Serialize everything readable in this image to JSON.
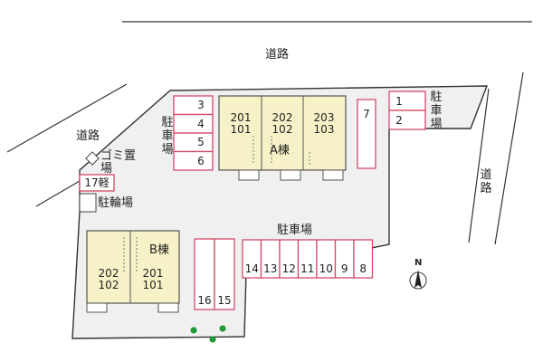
{
  "roads": {
    "top": "道路",
    "left": "道路",
    "right": "道路"
  },
  "parking_labels": {
    "a_side": "駐車場",
    "top_right": "駐車場",
    "middle": "駐車場"
  },
  "facilities": {
    "garbage": "ゴミ置場",
    "bicycle": "駐輪場",
    "light_vehicle": "17軽"
  },
  "building_a": {
    "name": "A棟",
    "units": [
      {
        "upper": "201",
        "lower": "101"
      },
      {
        "upper": "202",
        "lower": "102"
      },
      {
        "upper": "203",
        "lower": "103"
      }
    ]
  },
  "building_b": {
    "name": "B棟",
    "units": [
      {
        "upper": "202",
        "lower": "102"
      },
      {
        "upper": "201",
        "lower": "101"
      }
    ]
  },
  "parking_spaces": {
    "column_a": [
      "3",
      "4",
      "5",
      "6"
    ],
    "single_a": "7",
    "top_right": [
      "1",
      "2"
    ],
    "middle_row": [
      "14",
      "13",
      "12",
      "11",
      "10",
      "9",
      "8"
    ],
    "bottom_pair": [
      "16",
      "15"
    ]
  },
  "compass": "N",
  "colors": {
    "parking_stroke": "#d44a6a",
    "building_fill": "#f7f1c8",
    "lot_fill": "#f0f0f0",
    "tree": "#1f9a3a"
  }
}
